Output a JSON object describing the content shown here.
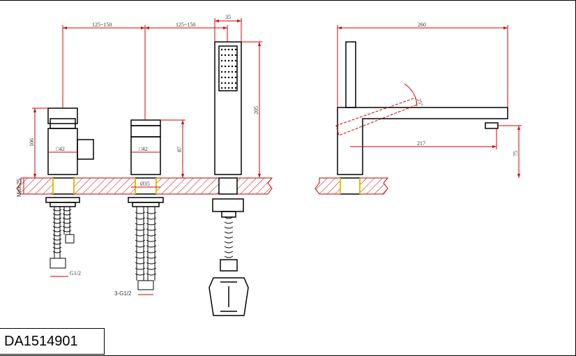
{
  "product_code": "DA1514901",
  "colors": {
    "dimension": "#d40000",
    "outline": "#000000",
    "section": "#c00000",
    "accent": "#e0c000"
  },
  "front_view": {
    "spacing_left": "125~150",
    "spacing_right": "125~150",
    "handshower_width": "35",
    "handshower_height": "205",
    "mixer_height": "106",
    "valve_height": "87",
    "square_left": "□42",
    "square_right": "□42",
    "diameter": "Ø35",
    "max_deck": "Max.25",
    "thread_left": "G1/2",
    "thread_bottom": "3-G1/2"
  },
  "side_view": {
    "overall_length": "260",
    "angle": "25°",
    "spout_reach": "217",
    "spout_height": "75"
  }
}
